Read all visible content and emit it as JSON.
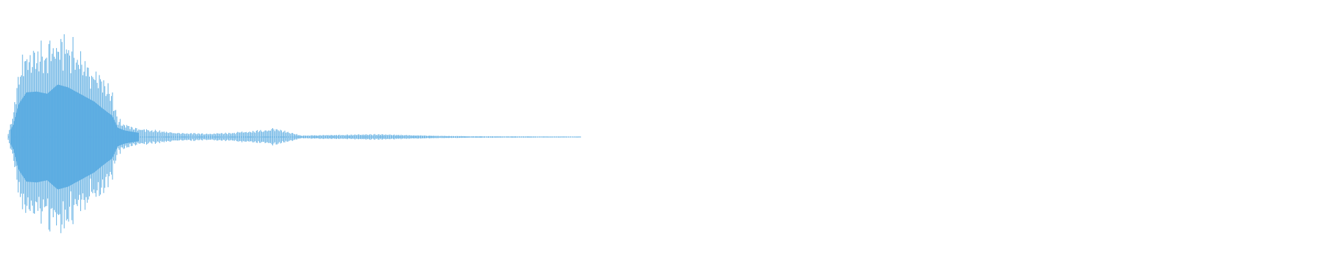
{
  "waveform": {
    "color": "#5dade2",
    "max_peak": 0.74,
    "min_peak": -0.74,
    "envelope": [
      {
        "t": 0.0,
        "peak": 0.03
      },
      {
        "t": 0.004,
        "peak": 0.18
      },
      {
        "t": 0.008,
        "peak": 0.46
      },
      {
        "t": 0.014,
        "peak": 0.63
      },
      {
        "t": 0.022,
        "peak": 0.64
      },
      {
        "t": 0.03,
        "peak": 0.61
      },
      {
        "t": 0.038,
        "peak": 0.74
      },
      {
        "t": 0.046,
        "peak": 0.7
      },
      {
        "t": 0.056,
        "peak": 0.6
      },
      {
        "t": 0.066,
        "peak": 0.5
      },
      {
        "t": 0.074,
        "peak": 0.38
      },
      {
        "t": 0.08,
        "peak": 0.3
      },
      {
        "t": 0.084,
        "peak": 0.13
      },
      {
        "t": 0.09,
        "peak": 0.09
      },
      {
        "t": 0.1,
        "peak": 0.06
      },
      {
        "t": 0.115,
        "peak": 0.045
      },
      {
        "t": 0.13,
        "peak": 0.03
      },
      {
        "t": 0.15,
        "peak": 0.025
      },
      {
        "t": 0.17,
        "peak": 0.03
      },
      {
        "t": 0.19,
        "peak": 0.045
      },
      {
        "t": 0.205,
        "peak": 0.06
      },
      {
        "t": 0.215,
        "peak": 0.035
      },
      {
        "t": 0.225,
        "peak": 0.012
      },
      {
        "t": 0.25,
        "peak": 0.015
      },
      {
        "t": 0.28,
        "peak": 0.02
      },
      {
        "t": 0.31,
        "peak": 0.014
      },
      {
        "t": 0.335,
        "peak": 0.008
      },
      {
        "t": 0.36,
        "peak": 0.005
      },
      {
        "t": 0.4,
        "peak": 0.004
      },
      {
        "t": 0.44,
        "peak": 0.003
      }
    ],
    "end_fraction": 0.44
  }
}
